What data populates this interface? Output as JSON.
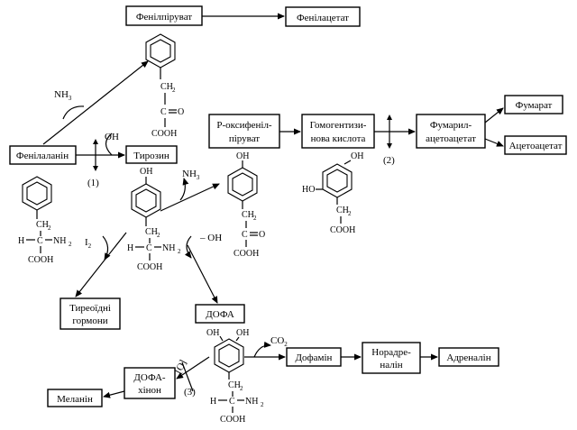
{
  "nodes": {
    "phenylpyruvate": "Фенілпіруват",
    "phenylacetate": "Фенілацетат",
    "phenylalanine": "Фенілаланін",
    "tyrosine": "Тирозин",
    "p_oxyphenylpyruvate": [
      "Р-оксифеніл-",
      "піруват"
    ],
    "homogentisic_acid": [
      "Гомогентизи-",
      "нова кислота"
    ],
    "fumarylacetoacetate": [
      "Фумарил-",
      "ацетоацетат"
    ],
    "fumarate": "Фумарат",
    "acetoacetate": "Ацетоацетат",
    "thyroid_hormones": [
      "Тиреоїдні",
      "гормони"
    ],
    "dopa": "ДОФА",
    "dopaquinone": [
      "ДОФА-",
      "хінон"
    ],
    "melanin": "Меланін",
    "dopamine": "Дофамін",
    "noradrenaline": [
      "Норадре-",
      "налін"
    ],
    "adrenaline": "Адреналін"
  },
  "labels": {
    "nh3_a": "NH",
    "nh3_b": "NH",
    "oh_a": "OH",
    "oh_minus": "– OH",
    "i2": "I",
    "co2": "CO",
    "o_ox": "[O]",
    "step1": "(1)",
    "step2": "(2)",
    "step3": "(3)",
    "sub3": "3",
    "sub2": "2"
  },
  "structures": {
    "ch2": "CH",
    "c": "C",
    "o": "O",
    "cooh": "COOH",
    "h": "H",
    "nh2": "NH",
    "oh": "OH",
    "ho": "HO"
  }
}
